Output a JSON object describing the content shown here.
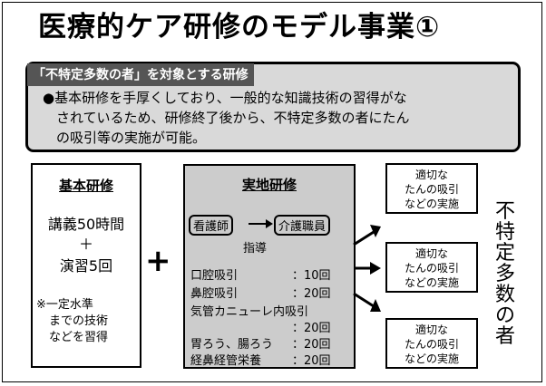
{
  "title": "医療的ケア研修のモデル事業①",
  "intro": {
    "heading": "「不特定多数の者」を対象とする研修",
    "bullet": "●",
    "lines": [
      "基本研修を手厚くしており、一般的な知識技術の習得がな",
      "されているため、研修終了後から、不特定多数の者にたん",
      "の吸引等の実施が可能。"
    ]
  },
  "basic": {
    "title": "基本研修",
    "lecture": "講義50時間",
    "plus": "＋",
    "exercise": "演習5回",
    "note": [
      "※一定水準",
      "までの技術",
      "などを習得"
    ]
  },
  "plus_sign": "+",
  "practical": {
    "title": "実地研修",
    "from": "看護師",
    "to": "介護職員",
    "guidance": "指導",
    "items": [
      {
        "label": "口腔吸引",
        "count": "：10回"
      },
      {
        "label": "鼻腔吸引",
        "count": "：20回"
      },
      {
        "label": "気管カニューレ内吸引",
        "count": "：20回"
      },
      {
        "label": "胃ろう、腸ろう",
        "count": "：20回"
      },
      {
        "label": "経鼻経管栄養",
        "count": "：20回"
      }
    ]
  },
  "results": [
    {
      "lines": [
        "適切な",
        "たんの吸引",
        "などの実施"
      ]
    },
    {
      "lines": [
        "適切な",
        "たんの吸引",
        "などの実施"
      ]
    },
    {
      "lines": [
        "適切な",
        "たんの吸引",
        "などの実施"
      ]
    }
  ],
  "target_label": [
    "不",
    "特",
    "定",
    "多",
    "数",
    "の",
    "者"
  ]
}
